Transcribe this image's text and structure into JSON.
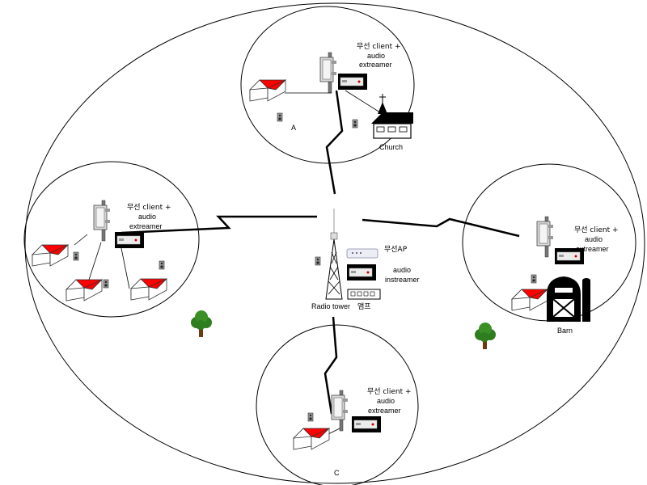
{
  "labels": {
    "client_line1": "무선 client +",
    "client_line2": "audio",
    "client_line3": "extreamer",
    "site_a": "A",
    "site_c": "C",
    "church": "Church",
    "barn": "Barn",
    "wireless_ap": "무선AP",
    "audio_instreamer_line1": "audio",
    "audio_instreamer_line2": "instreamer",
    "radio_tower": "Radio tower",
    "amp": "앰프"
  },
  "colors": {
    "roof": "#ff0000",
    "tree_leaves": "#2e7d1e",
    "tree_trunk": "#6b3b12",
    "line": "#000000"
  },
  "icons": {
    "wireless_client_radio": "antenna-radio-icon",
    "audio_extreamer": "audio-box-icon",
    "speaker": "speaker-icon",
    "house": "house-icon",
    "church": "church-icon",
    "barn": "barn-icon",
    "silo": "silo-icon",
    "tree": "tree-icon",
    "radio_tower": "radio-tower-icon",
    "wireless_ap": "access-point-icon",
    "amplifier": "amplifier-icon",
    "wireless_link": "lightning-link-icon"
  }
}
